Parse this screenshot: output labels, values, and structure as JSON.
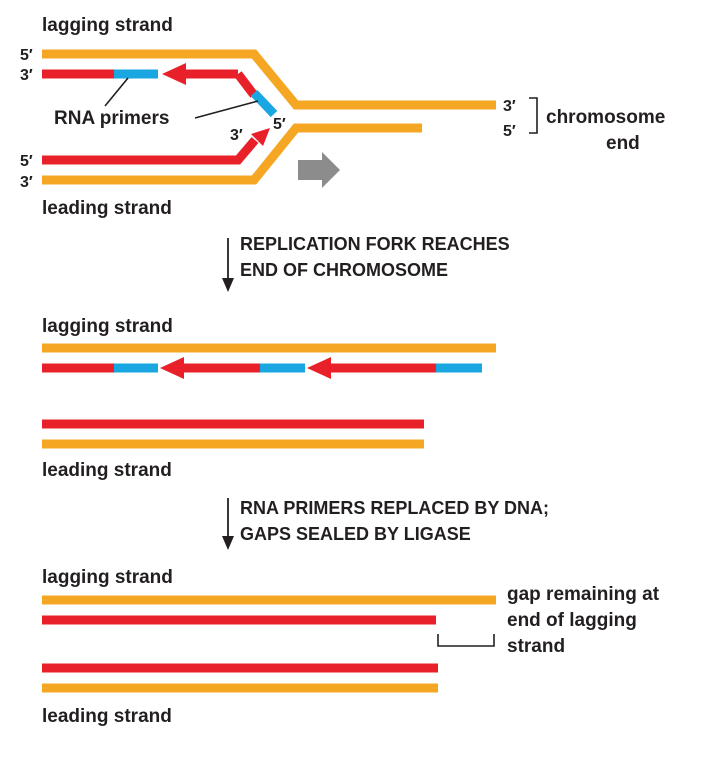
{
  "colors": {
    "template_strand": "#f5a623",
    "new_dna": "#e8202a",
    "rna_primer": "#1aa6e0",
    "fork_direction_arrow": "#8c8c8c",
    "text": "#231f20"
  },
  "panel1": {
    "lagging_label": "lagging strand",
    "leading_label": "leading strand",
    "rna_primers_label": "RNA primers",
    "chromosome_end_label_line1": "chromosome",
    "chromosome_end_label_line2": "end",
    "ends": {
      "top_template_left": "5′",
      "lagging_new_left": "3′",
      "leading_new_left": "5′",
      "bottom_template_left": "3′",
      "leading_new_tip": "3′",
      "fork_primer_end": "5′",
      "right_top": "3′",
      "right_bottom": "5′"
    }
  },
  "step1": {
    "line1": "REPLICATION FORK REACHES",
    "line2": "END OF CHROMOSOME"
  },
  "panel2": {
    "lagging_label": "lagging strand",
    "leading_label": "leading strand"
  },
  "step2": {
    "line1": "RNA PRIMERS REPLACED BY DNA;",
    "line2": "GAPS SEALED BY LIGASE"
  },
  "panel3": {
    "lagging_label": "lagging strand",
    "leading_label": "leading strand",
    "gap_label_line1": "gap remaining at",
    "gap_label_line2": "end of lagging",
    "gap_label_line3": "strand"
  }
}
